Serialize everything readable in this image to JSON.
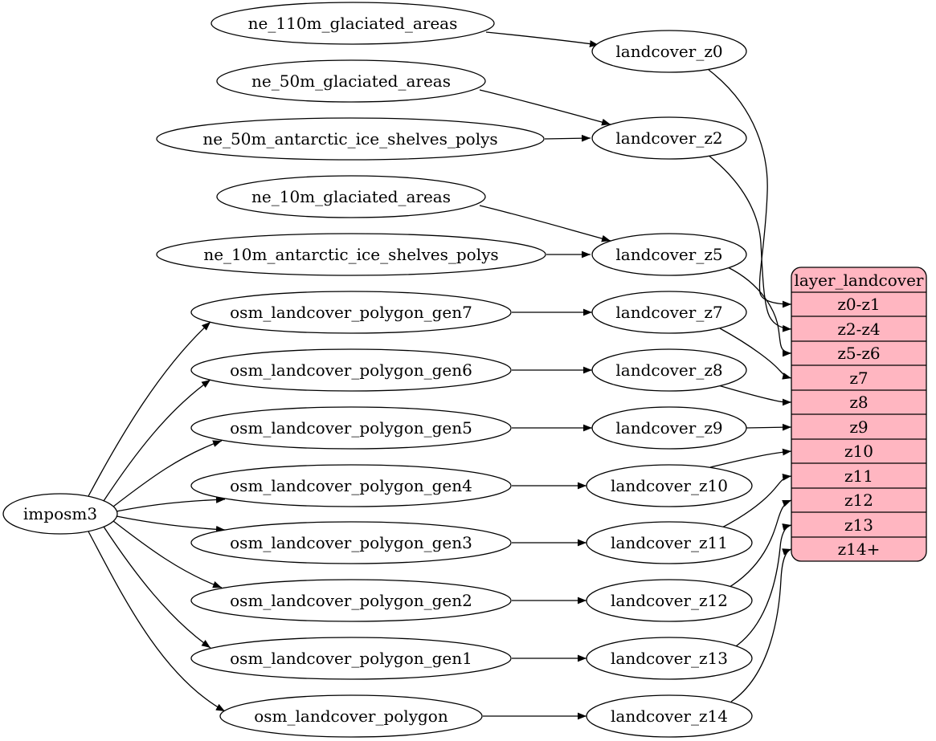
{
  "colors": {
    "background": "#ffffff",
    "node_fill": "#ffffff",
    "node_stroke": "#000000",
    "edge_color": "#000000",
    "table_fill": "#ffb6c1",
    "text_color": "#000000"
  },
  "nodes": {
    "root": "imposm3",
    "sources": [
      "ne_110m_glaciated_areas",
      "ne_50m_glaciated_areas",
      "ne_50m_antarctic_ice_shelves_polys",
      "ne_10m_glaciated_areas",
      "ne_10m_antarctic_ice_shelves_polys",
      "osm_landcover_polygon_gen7",
      "osm_landcover_polygon_gen6",
      "osm_landcover_polygon_gen5",
      "osm_landcover_polygon_gen4",
      "osm_landcover_polygon_gen3",
      "osm_landcover_polygon_gen2",
      "osm_landcover_polygon_gen1",
      "osm_landcover_polygon"
    ],
    "intermediate": [
      "landcover_z0",
      "landcover_z2",
      "landcover_z5",
      "landcover_z7",
      "landcover_z8",
      "landcover_z9",
      "landcover_z10",
      "landcover_z11",
      "landcover_z12",
      "landcover_z13",
      "landcover_z14"
    ],
    "table": {
      "title": "layer_landcover",
      "rows": [
        "z0-z1",
        "z2-z4",
        "z5-z6",
        "z7",
        "z8",
        "z9",
        "z10",
        "z11",
        "z12",
        "z13",
        "z14+"
      ]
    }
  },
  "edges": [
    {
      "from": "ne_110m_glaciated_areas",
      "to": "landcover_z0"
    },
    {
      "from": "ne_50m_glaciated_areas",
      "to": "landcover_z2"
    },
    {
      "from": "ne_50m_antarctic_ice_shelves_polys",
      "to": "landcover_z2"
    },
    {
      "from": "ne_10m_glaciated_areas",
      "to": "landcover_z5"
    },
    {
      "from": "ne_10m_antarctic_ice_shelves_polys",
      "to": "landcover_z5"
    },
    {
      "from": "imposm3",
      "to": "osm_landcover_polygon_gen7"
    },
    {
      "from": "imposm3",
      "to": "osm_landcover_polygon_gen6"
    },
    {
      "from": "imposm3",
      "to": "osm_landcover_polygon_gen5"
    },
    {
      "from": "imposm3",
      "to": "osm_landcover_polygon_gen4"
    },
    {
      "from": "imposm3",
      "to": "osm_landcover_polygon_gen3"
    },
    {
      "from": "imposm3",
      "to": "osm_landcover_polygon_gen2"
    },
    {
      "from": "imposm3",
      "to": "osm_landcover_polygon_gen1"
    },
    {
      "from": "imposm3",
      "to": "osm_landcover_polygon"
    },
    {
      "from": "osm_landcover_polygon_gen7",
      "to": "landcover_z7"
    },
    {
      "from": "osm_landcover_polygon_gen6",
      "to": "landcover_z8"
    },
    {
      "from": "osm_landcover_polygon_gen5",
      "to": "landcover_z9"
    },
    {
      "from": "osm_landcover_polygon_gen4",
      "to": "landcover_z10"
    },
    {
      "from": "osm_landcover_polygon_gen3",
      "to": "landcover_z11"
    },
    {
      "from": "osm_landcover_polygon_gen2",
      "to": "landcover_z12"
    },
    {
      "from": "osm_landcover_polygon_gen1",
      "to": "landcover_z13"
    },
    {
      "from": "osm_landcover_polygon",
      "to": "landcover_z14"
    },
    {
      "from": "landcover_z0",
      "to": "layer_landcover:z0-z1"
    },
    {
      "from": "landcover_z2",
      "to": "layer_landcover:z2-z4"
    },
    {
      "from": "landcover_z5",
      "to": "layer_landcover:z5-z6"
    },
    {
      "from": "landcover_z7",
      "to": "layer_landcover:z7"
    },
    {
      "from": "landcover_z8",
      "to": "layer_landcover:z8"
    },
    {
      "from": "landcover_z9",
      "to": "layer_landcover:z9"
    },
    {
      "from": "landcover_z10",
      "to": "layer_landcover:z10"
    },
    {
      "from": "landcover_z11",
      "to": "layer_landcover:z11"
    },
    {
      "from": "landcover_z12",
      "to": "layer_landcover:z12"
    },
    {
      "from": "landcover_z13",
      "to": "layer_landcover:z13"
    },
    {
      "from": "landcover_z14",
      "to": "layer_landcover:z14+"
    }
  ]
}
